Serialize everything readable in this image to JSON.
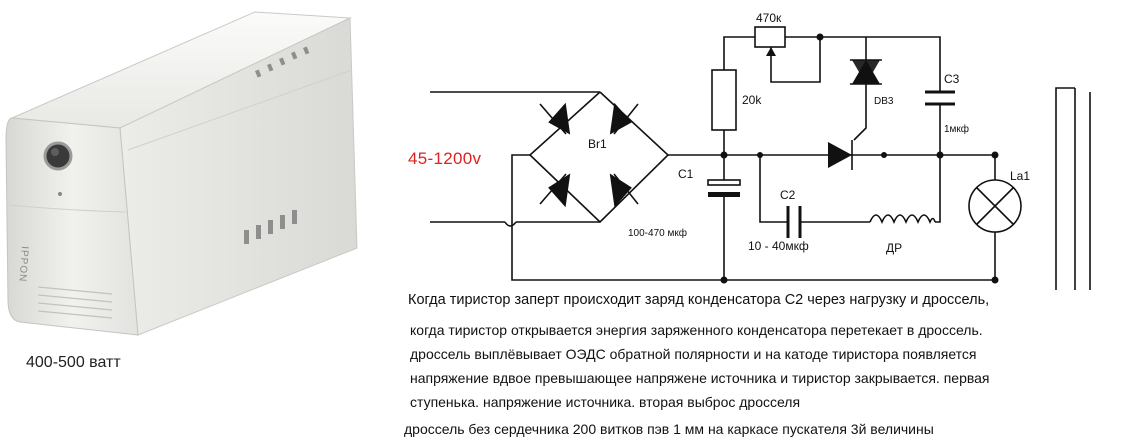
{
  "ups": {
    "brand": "IPPON",
    "caption": "400-500 ватт"
  },
  "schematic": {
    "voltage": "45-1200v",
    "labels": {
      "bridge": "Br1",
      "pot": "470к",
      "resistor": "20k",
      "dinistor": "DB3",
      "c3": "C3",
      "c3_value": "1мкф",
      "c1": "C1",
      "c1_value": "100-470 мкф",
      "c2": "C2",
      "c2_value": "10 - 40мкф",
      "choke": "ДР",
      "lamp": "La1"
    }
  },
  "description": {
    "line1": "Когда тиристор заперт происходит заряд конденсатора С2 через нагрузку и дроссель,",
    "line2": "когда тиристор открывается энергия заряженного конденсатора перетекает в дроссель.",
    "line3": "дроссель выплёвывает ОЭДС обратной полярности и на катоде тиристора появляется",
    "line4": "напряжение вдвое превышающее напряжене источника и тиристор закрывается. первая",
    "line5": "ступенька. напряжение источника. вторая выброс дросселя",
    "line6": "дроссель без сердечника 200 витков пэв  1 мм на каркасе пускателя 3й величины"
  },
  "colors": {
    "voltage": "#dd2222",
    "wire": "#111111"
  }
}
